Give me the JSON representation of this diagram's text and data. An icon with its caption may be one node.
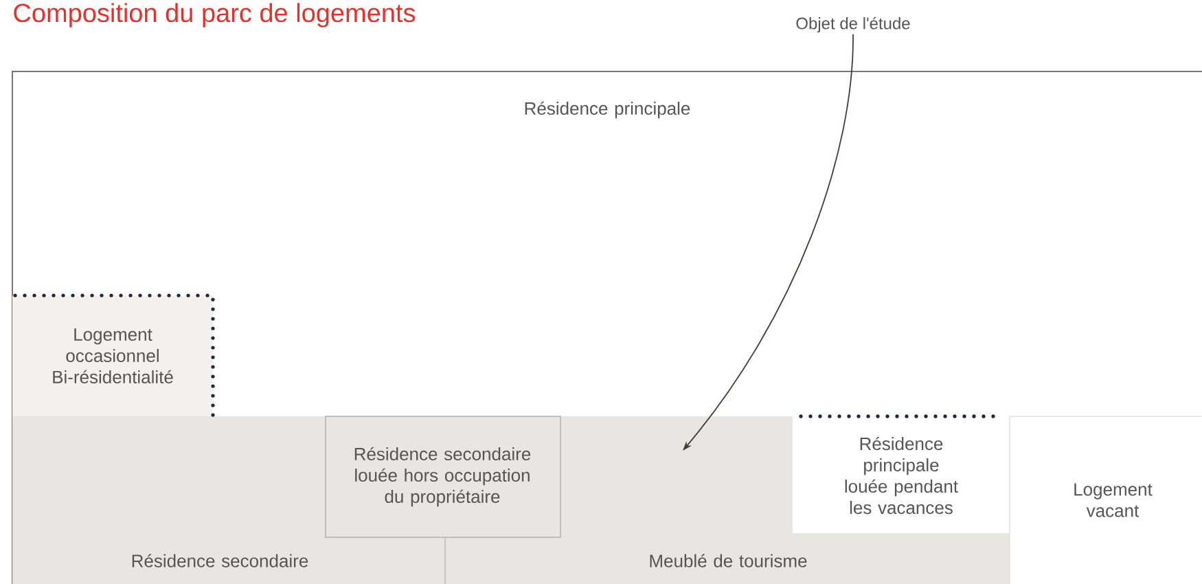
{
  "diagram": {
    "title": "Composition du parc de logements",
    "nodes": [
      {
        "text": [
          "Résidence principale"
        ]
      },
      {
        "text": [
          "Logement occasionnel Bi-résidentialité"
        ],
        "in": 0
      },
      {
        "text": [
          "Résidence secondaire"
        ],
        "in": 0
      },
      {
        "text": [
          "Meublé de tourisme"
        ],
        "in": 0
      },
      {
        "text": [
          "Résidence secondaire louée hors occupation du propriétaire"
        ],
        "in": 0
      },
      {
        "text": [
          "Résidence principale louée pendant les vacances"
        ],
        "in": 3
      },
      {
        "text": [
          "Logement vacant"
        ],
        "in": 0
      },
      {
        "text": [
          "Objet de l'étude"
        ]
      }
    ],
    "edges": [
      {
        "from": 7,
        "to": 3,
        "arrow": "to"
      }
    ]
  }
}
